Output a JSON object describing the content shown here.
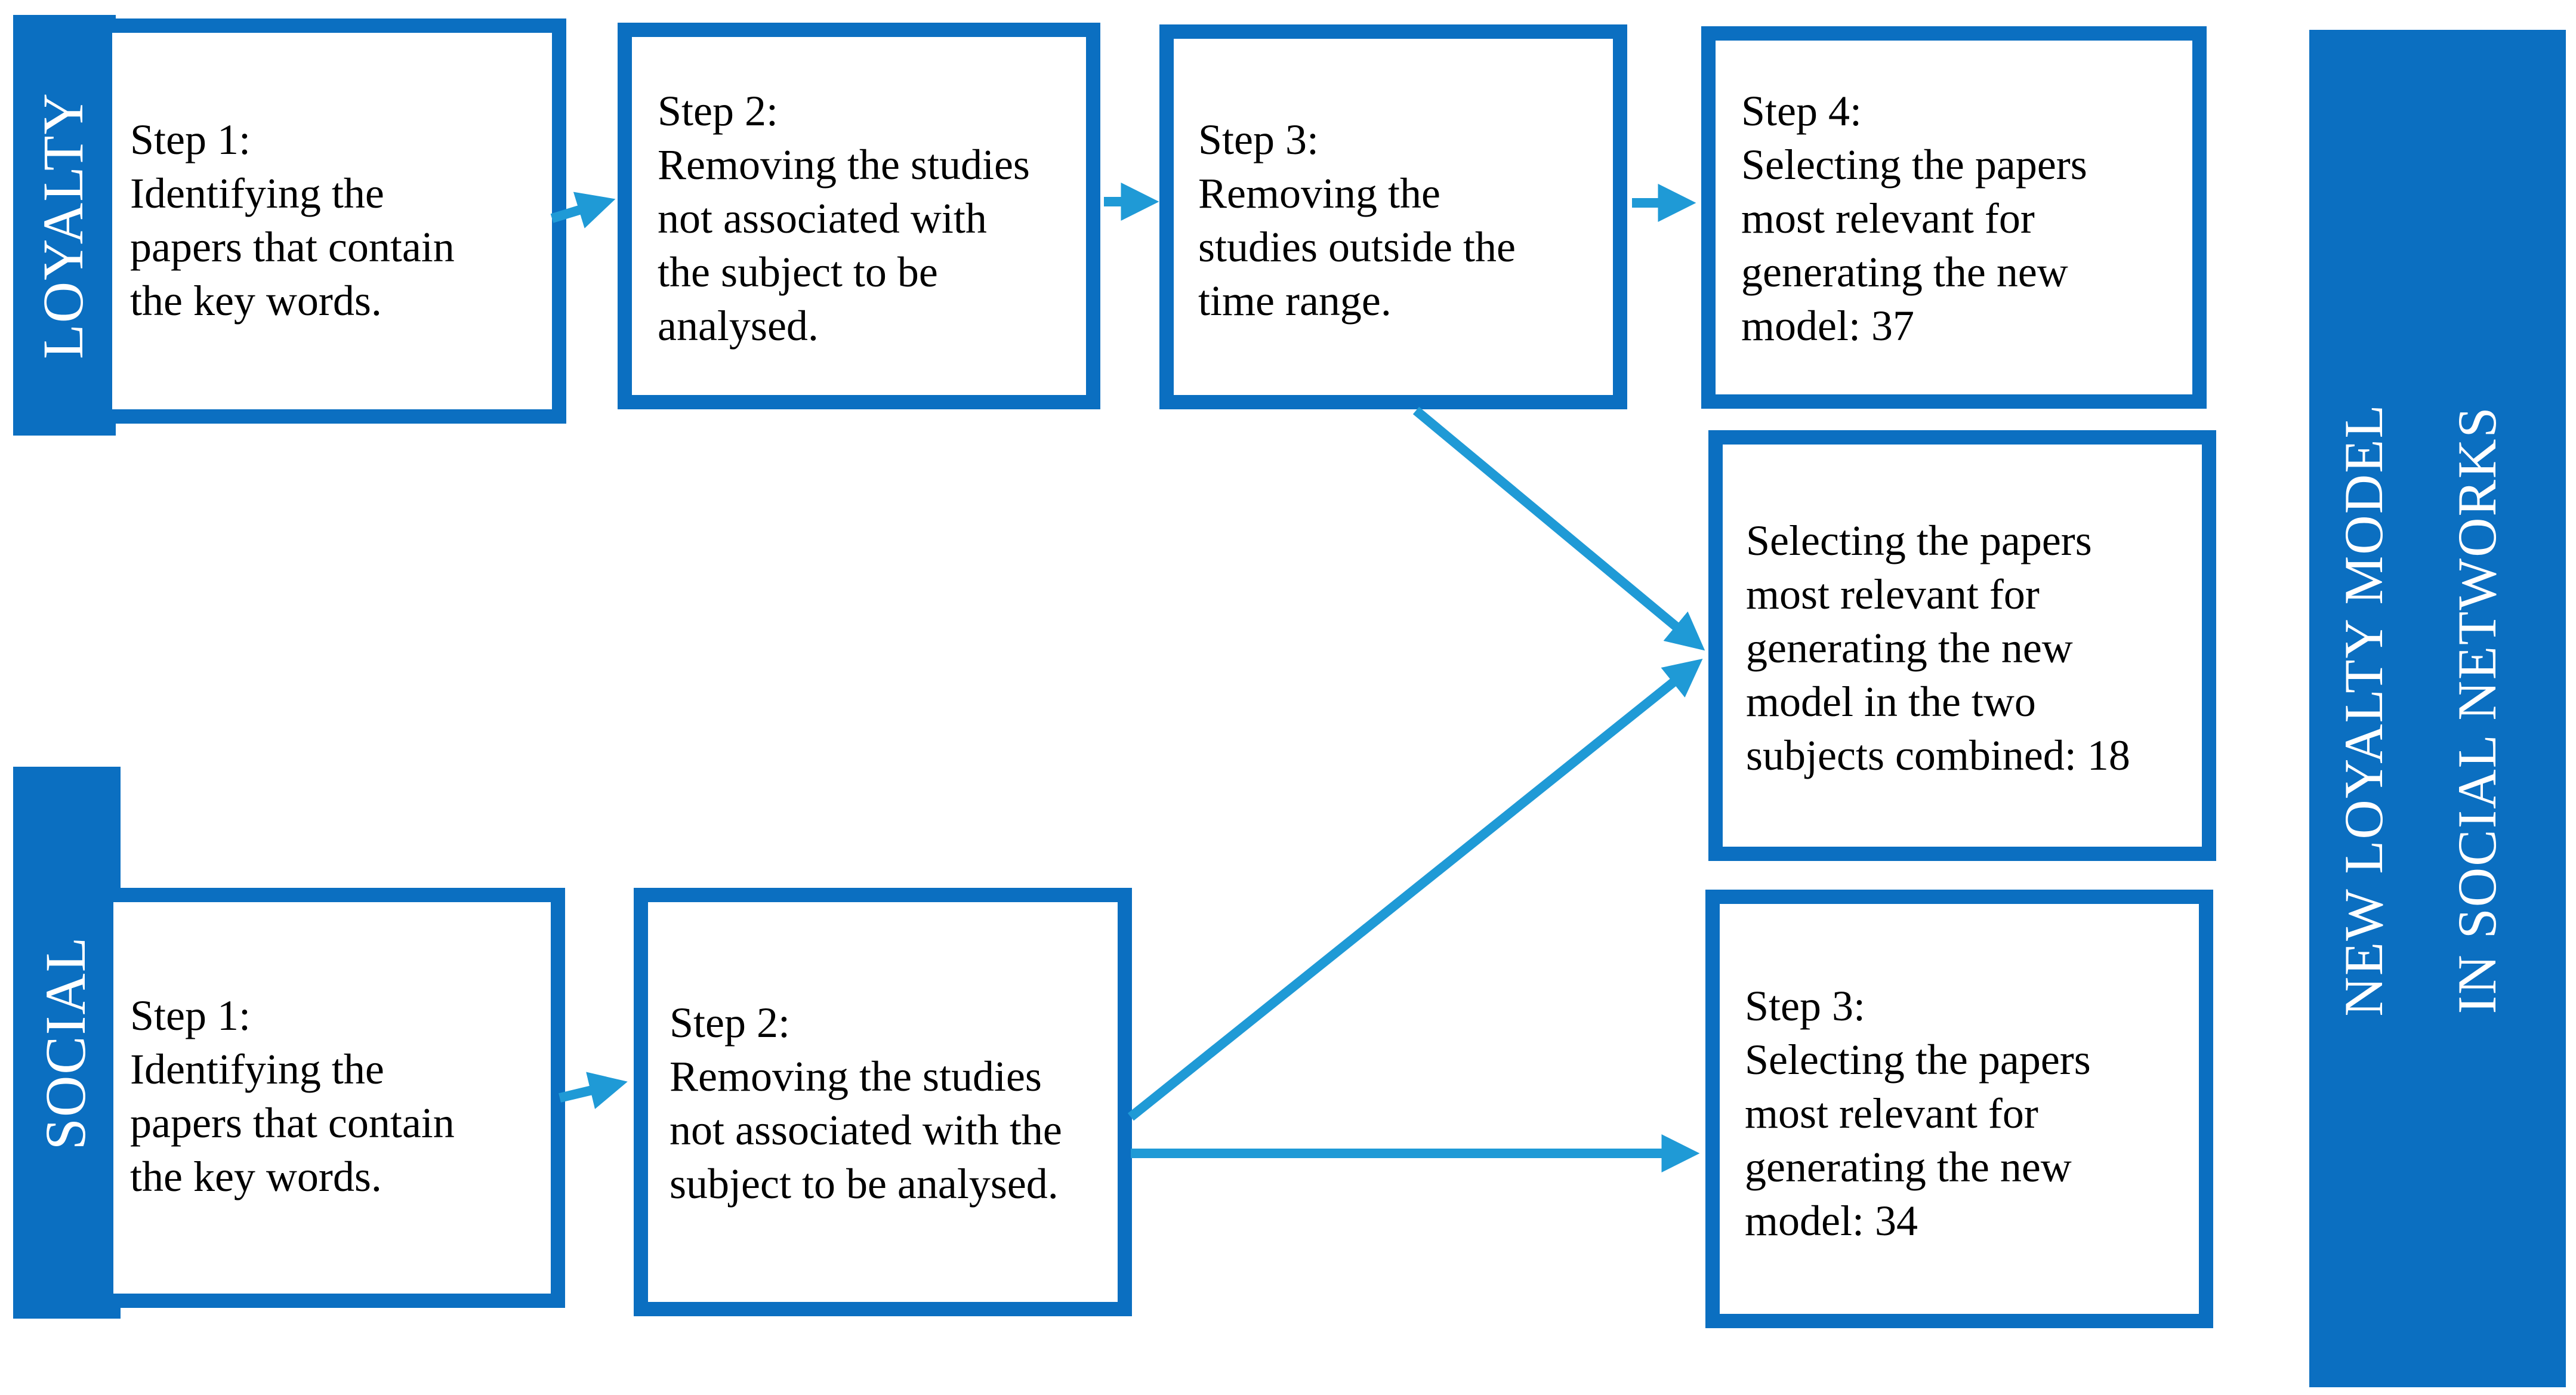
{
  "colors": {
    "box_border": "#0b6fc1",
    "label_fill": "#0b6fc1",
    "arrow": "#1f9ad6",
    "text": "#000000",
    "label_text": "#ffffff"
  },
  "labels": {
    "loyalty": "LOYALTY",
    "social": "SOCIAL",
    "right_line1": "NEW LOYALTY MODEL",
    "right_line2": "IN SOCIAL NETWORKS"
  },
  "loyalty": {
    "step1": {
      "lines": [
        "Step 1:",
        "Identifying the",
        "papers that contain",
        "the key words."
      ]
    },
    "step2": {
      "lines": [
        "Step 2:",
        "Removing the studies",
        "not associated with",
        "the subject to be",
        "analysed."
      ]
    },
    "step3": {
      "lines": [
        "Step 3:",
        "Removing the",
        "studies outside the",
        "time range."
      ]
    },
    "step4": {
      "lines": [
        "Step 4:",
        "Selecting the papers",
        "most relevant for",
        "generating the new",
        "model: 37"
      ]
    }
  },
  "combined": {
    "lines": [
      "Selecting the papers",
      "most relevant for",
      "generating the new",
      "model in the two",
      "subjects combined: 18"
    ]
  },
  "social": {
    "step1": {
      "lines": [
        "Step 1:",
        "Identifying the",
        "papers that contain",
        "the key words."
      ]
    },
    "step2": {
      "lines": [
        "Step 2:",
        "Removing the studies",
        "not associated with the",
        "subject to be analysed."
      ]
    },
    "step3": {
      "lines": [
        "Step 3:",
        "Selecting the papers",
        "most relevant for",
        "generating the new",
        "model: 34"
      ]
    }
  }
}
